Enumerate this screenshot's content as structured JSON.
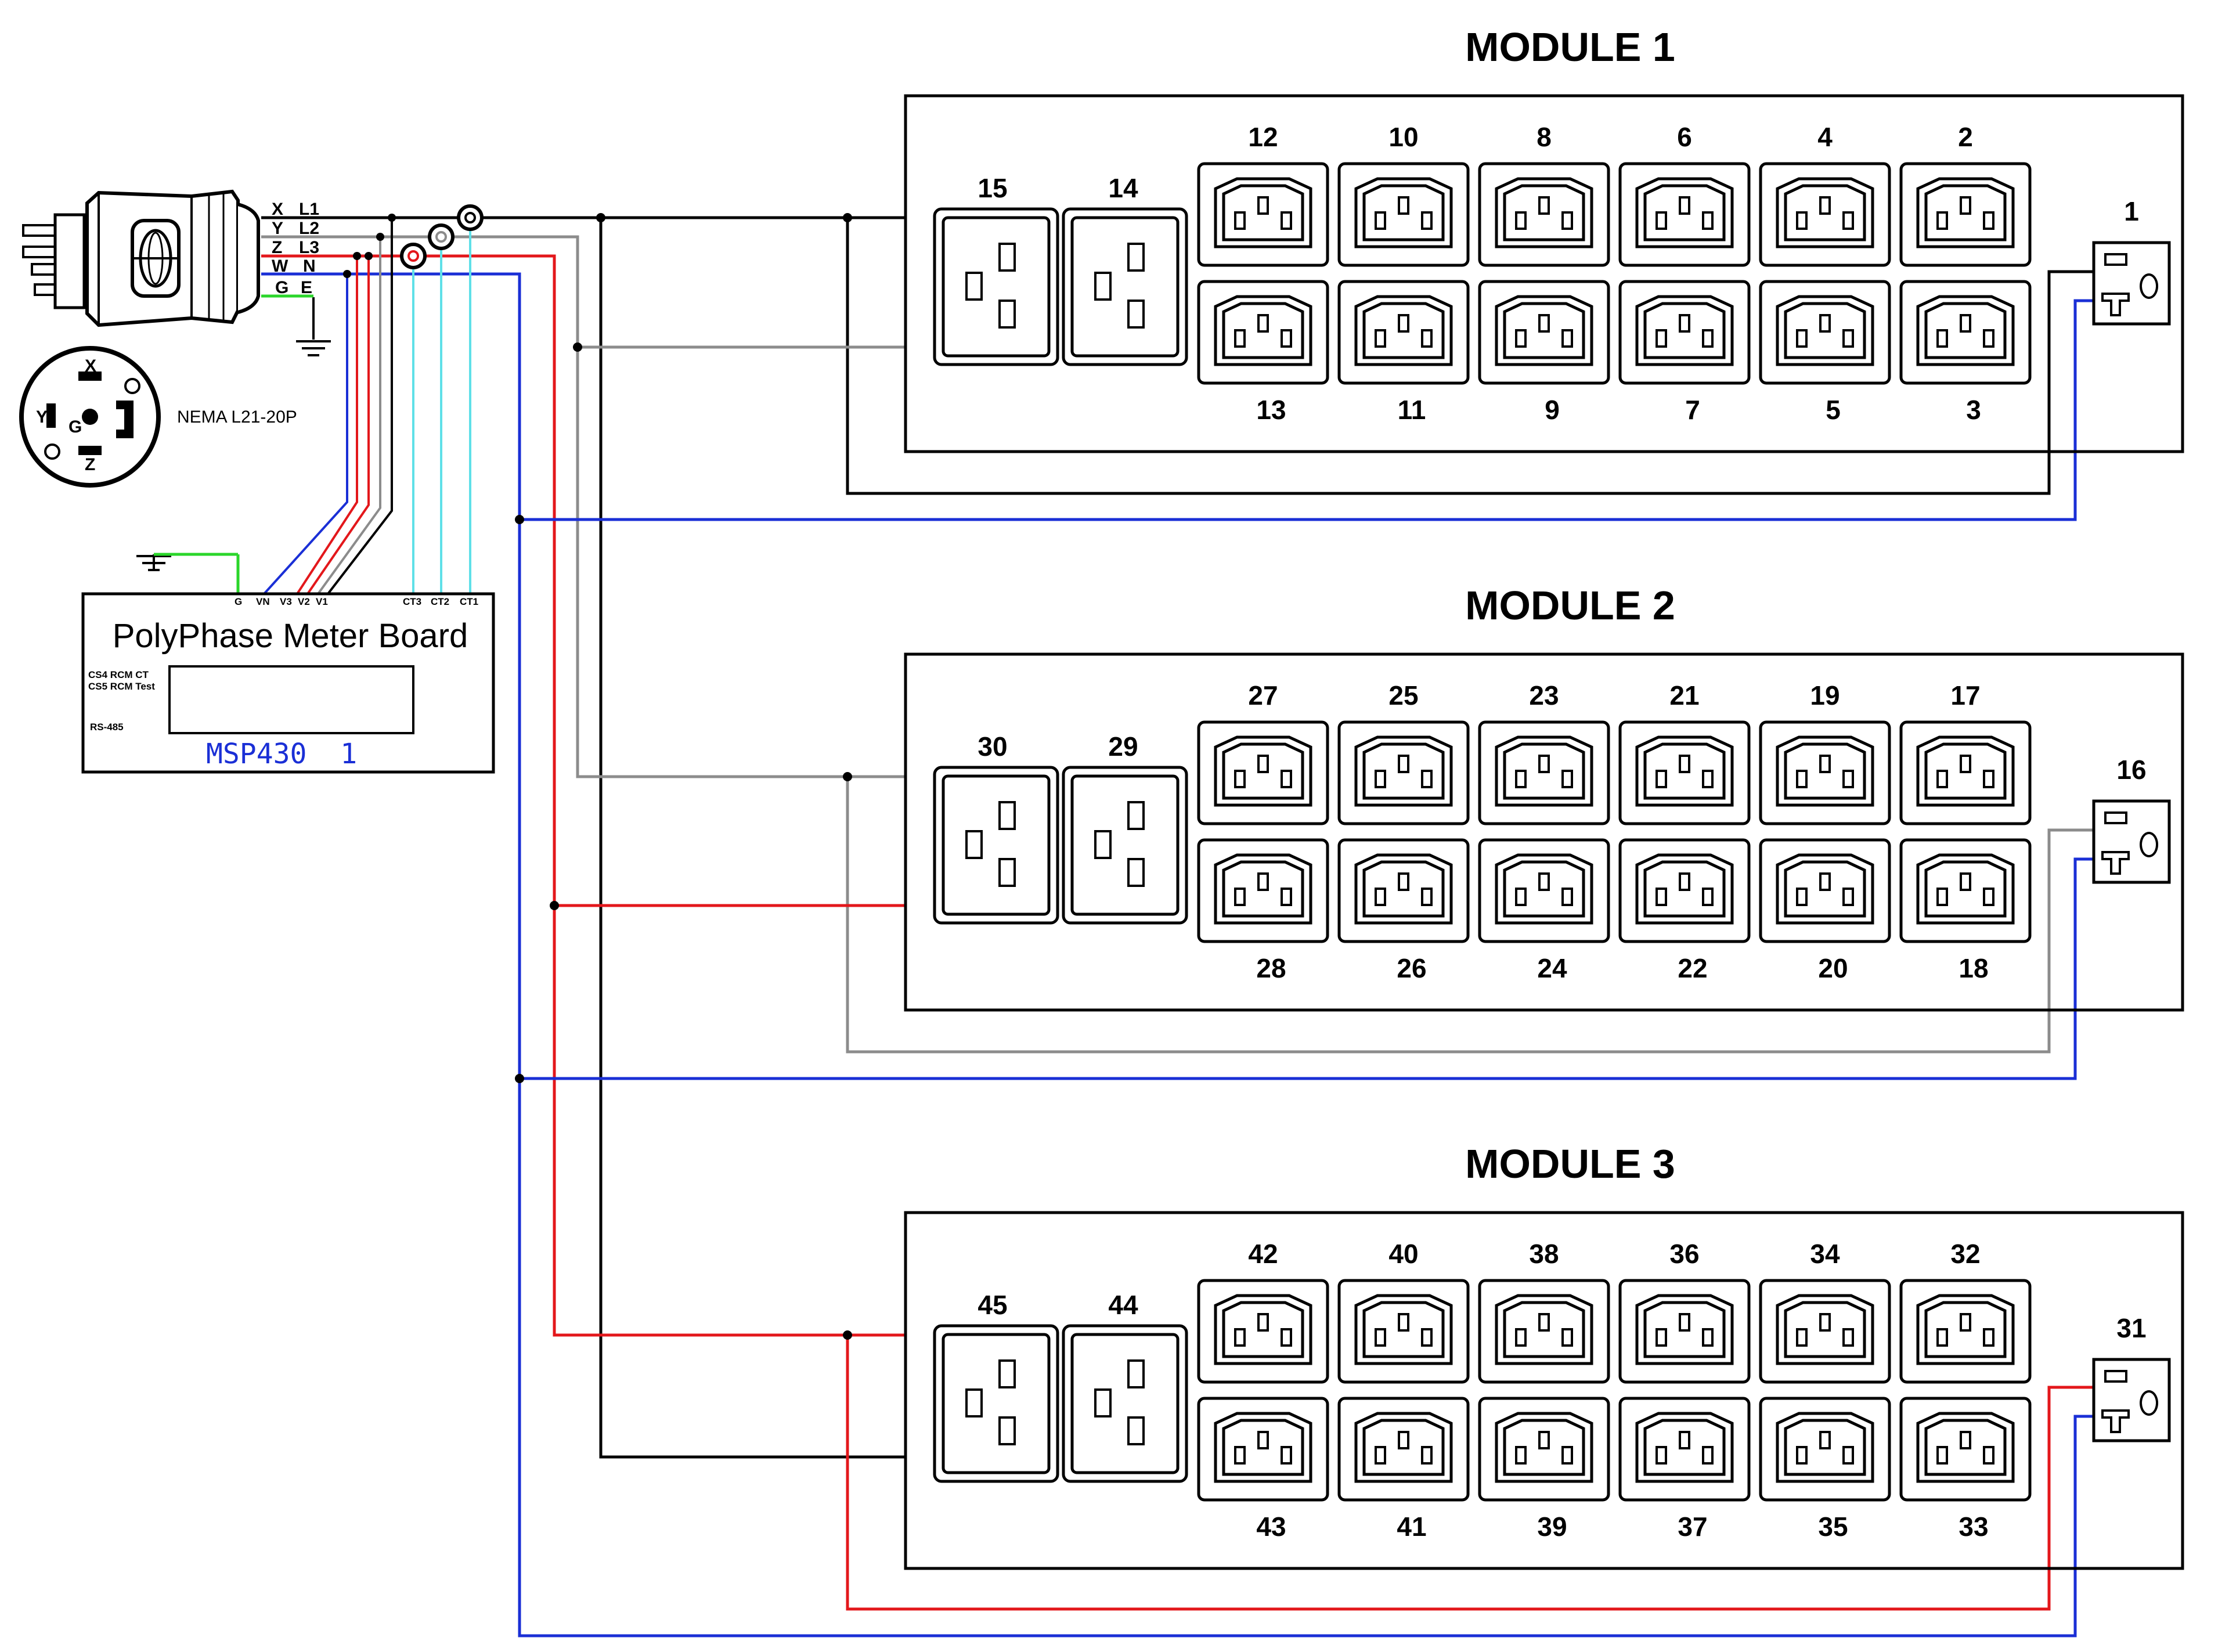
{
  "modules": [
    {
      "title": "MODULE 1",
      "outlet_top": [
        "12",
        "10",
        "8",
        "6",
        "4",
        "2"
      ],
      "outlet_bottom": [
        "13",
        "11",
        "9",
        "7",
        "5",
        "3"
      ],
      "c19": [
        "15",
        "14"
      ],
      "nema": "1"
    },
    {
      "title": "MODULE 2",
      "outlet_top": [
        "27",
        "25",
        "23",
        "21",
        "19",
        "17"
      ],
      "outlet_bottom": [
        "28",
        "26",
        "24",
        "22",
        "20",
        "18"
      ],
      "c19": [
        "30",
        "29"
      ],
      "nema": "16"
    },
    {
      "title": "MODULE 3",
      "outlet_top": [
        "42",
        "40",
        "38",
        "36",
        "34",
        "32"
      ],
      "outlet_bottom": [
        "43",
        "41",
        "39",
        "37",
        "35",
        "33"
      ],
      "c19": [
        "45",
        "44"
      ],
      "nema": "31"
    }
  ],
  "plug": {
    "wire_letters": [
      "X",
      "Y",
      "Z",
      "W",
      "G"
    ],
    "wire_phases": [
      "L1",
      "L2",
      "L3",
      "N",
      "E"
    ],
    "face_letters": [
      "X",
      "Y",
      "G",
      "Z"
    ],
    "type_label": "NEMA L21-20P"
  },
  "meter": {
    "title": "PolyPhase Meter Board",
    "chip_label": "MSP430  1",
    "pins": [
      "G",
      "VN",
      "V3",
      "V2",
      "V1",
      "CT3",
      "CT2",
      "CT1"
    ],
    "side_labels": [
      "CS4 RCM CT",
      "CS5 RCM Test",
      "RS-485"
    ]
  },
  "colors": {
    "l1": "#000000",
    "l2": "#8c8c8c",
    "l3": "#e3171b",
    "neutral": "#1a2fd6",
    "ground": "#2bd62b",
    "ct": "#5fe0e8"
  }
}
